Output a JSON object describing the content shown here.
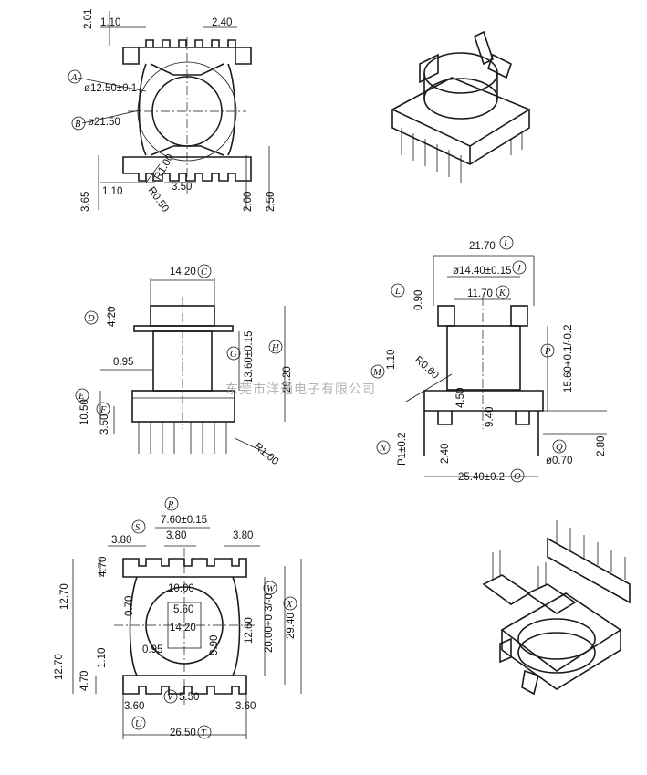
{
  "watermark": "东莞市洋通电子有限公司",
  "views": {
    "top": {
      "dims": [
        "2.01",
        "1.10",
        "2.40",
        "ø12.50±0.1",
        "ø21.50",
        "R1.00",
        "R0.50",
        "1.10",
        "3.50",
        "2.00",
        "2.50",
        "3.65"
      ],
      "labels": [
        "A",
        "B"
      ]
    },
    "front": {
      "dims": [
        "14.20",
        "4.20",
        "0.95",
        "13.60±0.15",
        "29.20",
        "10.50",
        "3.50",
        "R1.00"
      ],
      "labels": [
        "C",
        "D",
        "E",
        "F",
        "G",
        "H"
      ]
    },
    "side": {
      "dims": [
        "21.70",
        "ø14.40±0.15",
        "11.70",
        "0.90",
        "1.10",
        "R0.60",
        "15.60+0.1/-0.2",
        "4.50",
        "9.40",
        "P1±0.2",
        "2.40",
        "25.40±0.2",
        "2.80",
        "ø0.70"
      ],
      "labels": [
        "I",
        "J",
        "K",
        "L",
        "M",
        "N",
        "O",
        "P",
        "Q"
      ]
    },
    "bottom": {
      "dims": [
        "7.60±0.15",
        "3.80",
        "3.80",
        "3.80",
        "4.70",
        "12.70",
        "10.00",
        "0.70",
        "5.60",
        "14.20",
        "12.60",
        "20.00+0.3/-0",
        "29.40",
        "12.70",
        "1.10",
        "0.95",
        "9.90",
        "4.70",
        "3.60",
        "5.50",
        "3.60",
        "26.50"
      ],
      "labels": [
        "R",
        "S",
        "W",
        "X",
        "V",
        "U",
        "T"
      ]
    }
  }
}
